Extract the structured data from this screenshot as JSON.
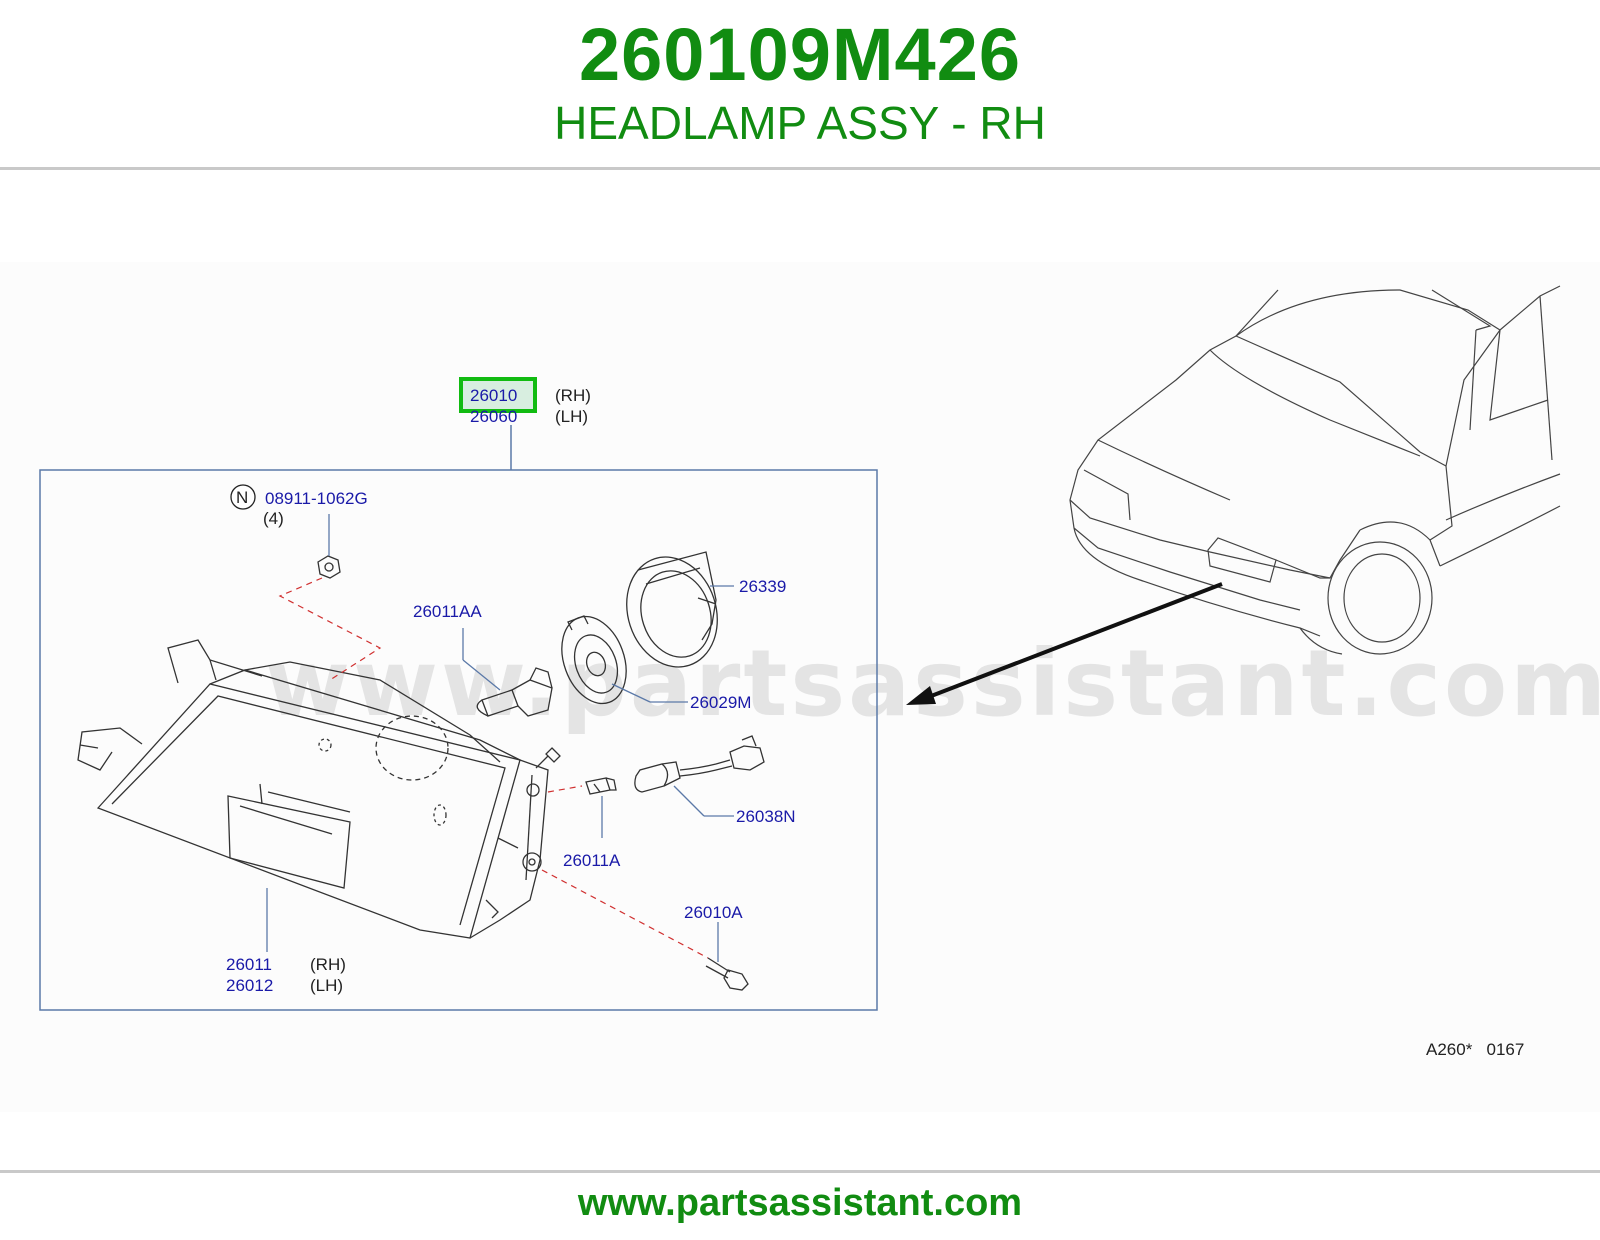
{
  "header": {
    "part_number": "260109M426",
    "description": "HEADLAMP ASSY - RH"
  },
  "diagram": {
    "callouts": {
      "c26010": "26010",
      "c26060": "26060",
      "c08911": "08911-1062G",
      "c26339": "26339",
      "c26011AA": "26011AA",
      "c26029M": "26029M",
      "c26038N": "26038N",
      "c26011A": "26011A",
      "c26010A": "26010A",
      "c26011": "26011",
      "c26012": "26012"
    },
    "sides": {
      "rh": "(RH)",
      "lh": "(LH)"
    },
    "n_marker": "N",
    "qty": "(4)",
    "ref_code": "A260*   0167",
    "highlight_part": "26010",
    "colors": {
      "callout": "#1a1aa8",
      "highlight": "#11bb11",
      "title": "#118c11"
    }
  },
  "watermark": "www.partsassistant.com",
  "footer": {
    "url": "www.partsassistant.com"
  }
}
